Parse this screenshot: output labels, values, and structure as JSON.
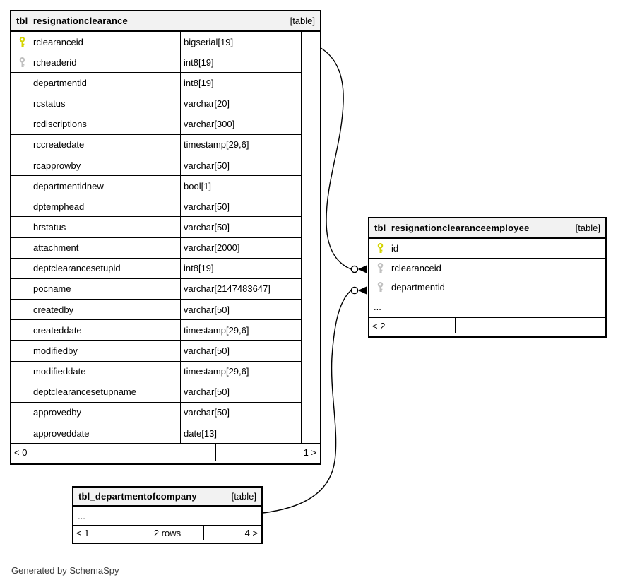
{
  "diagram": {
    "generated_by": "Generated by SchemaSpy"
  },
  "colors": {
    "primary_key": "#d4d400",
    "foreign_key": "#c0c0c0",
    "header_bg": "#f2f2f2",
    "border": "#000000"
  },
  "tables": {
    "main": {
      "name": "tbl_resignationclearance",
      "type_label": "[table]",
      "columns": [
        {
          "name": "rclearanceid",
          "type": "bigserial[19]",
          "key": "primary"
        },
        {
          "name": "rcheaderid",
          "type": "int8[19]",
          "key": "foreign"
        },
        {
          "name": "departmentid",
          "type": "int8[19]",
          "key": ""
        },
        {
          "name": "rcstatus",
          "type": "varchar[20]",
          "key": ""
        },
        {
          "name": "rcdiscriptions",
          "type": "varchar[300]",
          "key": ""
        },
        {
          "name": "rccreatedate",
          "type": "timestamp[29,6]",
          "key": ""
        },
        {
          "name": "rcapprowby",
          "type": "varchar[50]",
          "key": ""
        },
        {
          "name": "departmentidnew",
          "type": "bool[1]",
          "key": ""
        },
        {
          "name": "dptemphead",
          "type": "varchar[50]",
          "key": ""
        },
        {
          "name": "hrstatus",
          "type": "varchar[50]",
          "key": ""
        },
        {
          "name": "attachment",
          "type": "varchar[2000]",
          "key": ""
        },
        {
          "name": "deptclearancesetupid",
          "type": "int8[19]",
          "key": ""
        },
        {
          "name": "pocname",
          "type": "varchar[2147483647]",
          "key": ""
        },
        {
          "name": "createdby",
          "type": "varchar[50]",
          "key": ""
        },
        {
          "name": "createddate",
          "type": "timestamp[29,6]",
          "key": ""
        },
        {
          "name": "modifiedby",
          "type": "varchar[50]",
          "key": ""
        },
        {
          "name": "modifieddate",
          "type": "timestamp[29,6]",
          "key": ""
        },
        {
          "name": "deptclearancesetupname",
          "type": "varchar[50]",
          "key": ""
        },
        {
          "name": "approvedby",
          "type": "varchar[50]",
          "key": ""
        },
        {
          "name": "approveddate",
          "type": "date[13]",
          "key": ""
        }
      ],
      "footer": {
        "left": "< 0",
        "center": "",
        "right": "1 >"
      }
    },
    "employee": {
      "name": "tbl_resignationclearanceemployee",
      "type_label": "[table]",
      "columns": [
        {
          "name": "id",
          "key": "primary"
        },
        {
          "name": "rclearanceid",
          "key": "foreign"
        },
        {
          "name": "departmentid",
          "key": "foreign"
        },
        {
          "name": "...",
          "key": ""
        }
      ],
      "footer": {
        "left": "< 2",
        "center": "",
        "right": ""
      }
    },
    "department": {
      "name": "tbl_departmentofcompany",
      "type_label": "[table]",
      "columns": [
        {
          "name": "...",
          "key": ""
        }
      ],
      "footer": {
        "left": "< 1",
        "center": "2 rows",
        "right": "4 >"
      }
    }
  }
}
